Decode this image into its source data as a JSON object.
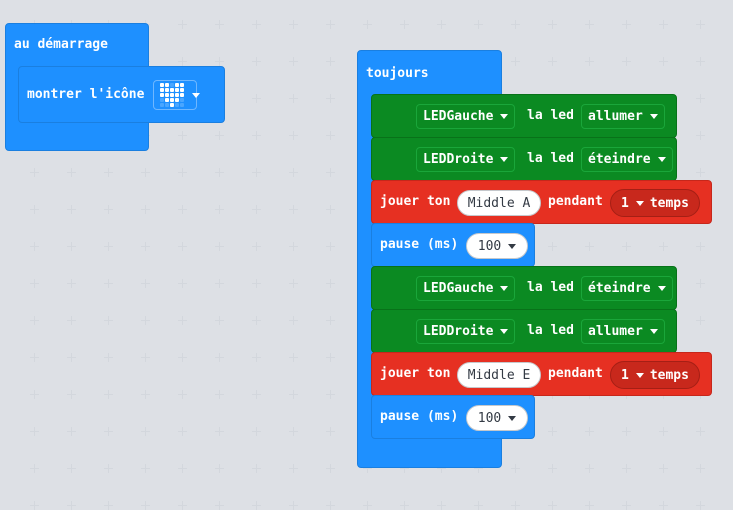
{
  "start_block": {
    "label": "au démarrage",
    "show_icon": {
      "label": "montrer l'icône",
      "icon_name": "heart-icon",
      "pattern": [
        [
          1,
          1,
          0,
          1,
          1
        ],
        [
          1,
          1,
          1,
          1,
          1
        ],
        [
          1,
          1,
          1,
          1,
          1
        ],
        [
          0,
          1,
          1,
          1,
          0
        ],
        [
          0,
          0,
          1,
          0,
          0
        ]
      ]
    }
  },
  "forever_block": {
    "label": "toujours",
    "statements": [
      {
        "type": "led",
        "target": "LEDGauche",
        "middle": "la led",
        "state": "allumer"
      },
      {
        "type": "led",
        "target": "LEDDroite",
        "middle": "la led",
        "state": "éteindre"
      },
      {
        "type": "tone",
        "label": "jouer ton",
        "note": "Middle A",
        "middle": "pendant",
        "beats": "1",
        "unit": "temps"
      },
      {
        "type": "pause",
        "label": "pause (ms)",
        "value": "100"
      },
      {
        "type": "led",
        "target": "LEDGauche",
        "middle": "la led",
        "state": "éteindre"
      },
      {
        "type": "led",
        "target": "LEDDroite",
        "middle": "la led",
        "state": "allumer"
      },
      {
        "type": "tone",
        "label": "jouer ton",
        "note": "Middle E",
        "middle": "pendant",
        "beats": "1",
        "unit": "temps"
      },
      {
        "type": "pause",
        "label": "pause (ms)",
        "value": "100"
      }
    ]
  },
  "colors": {
    "basic_blue": "#1e90ff",
    "pins_green": "#0b8a22",
    "music_red": "#e63022",
    "workspace": "#eceef1"
  }
}
